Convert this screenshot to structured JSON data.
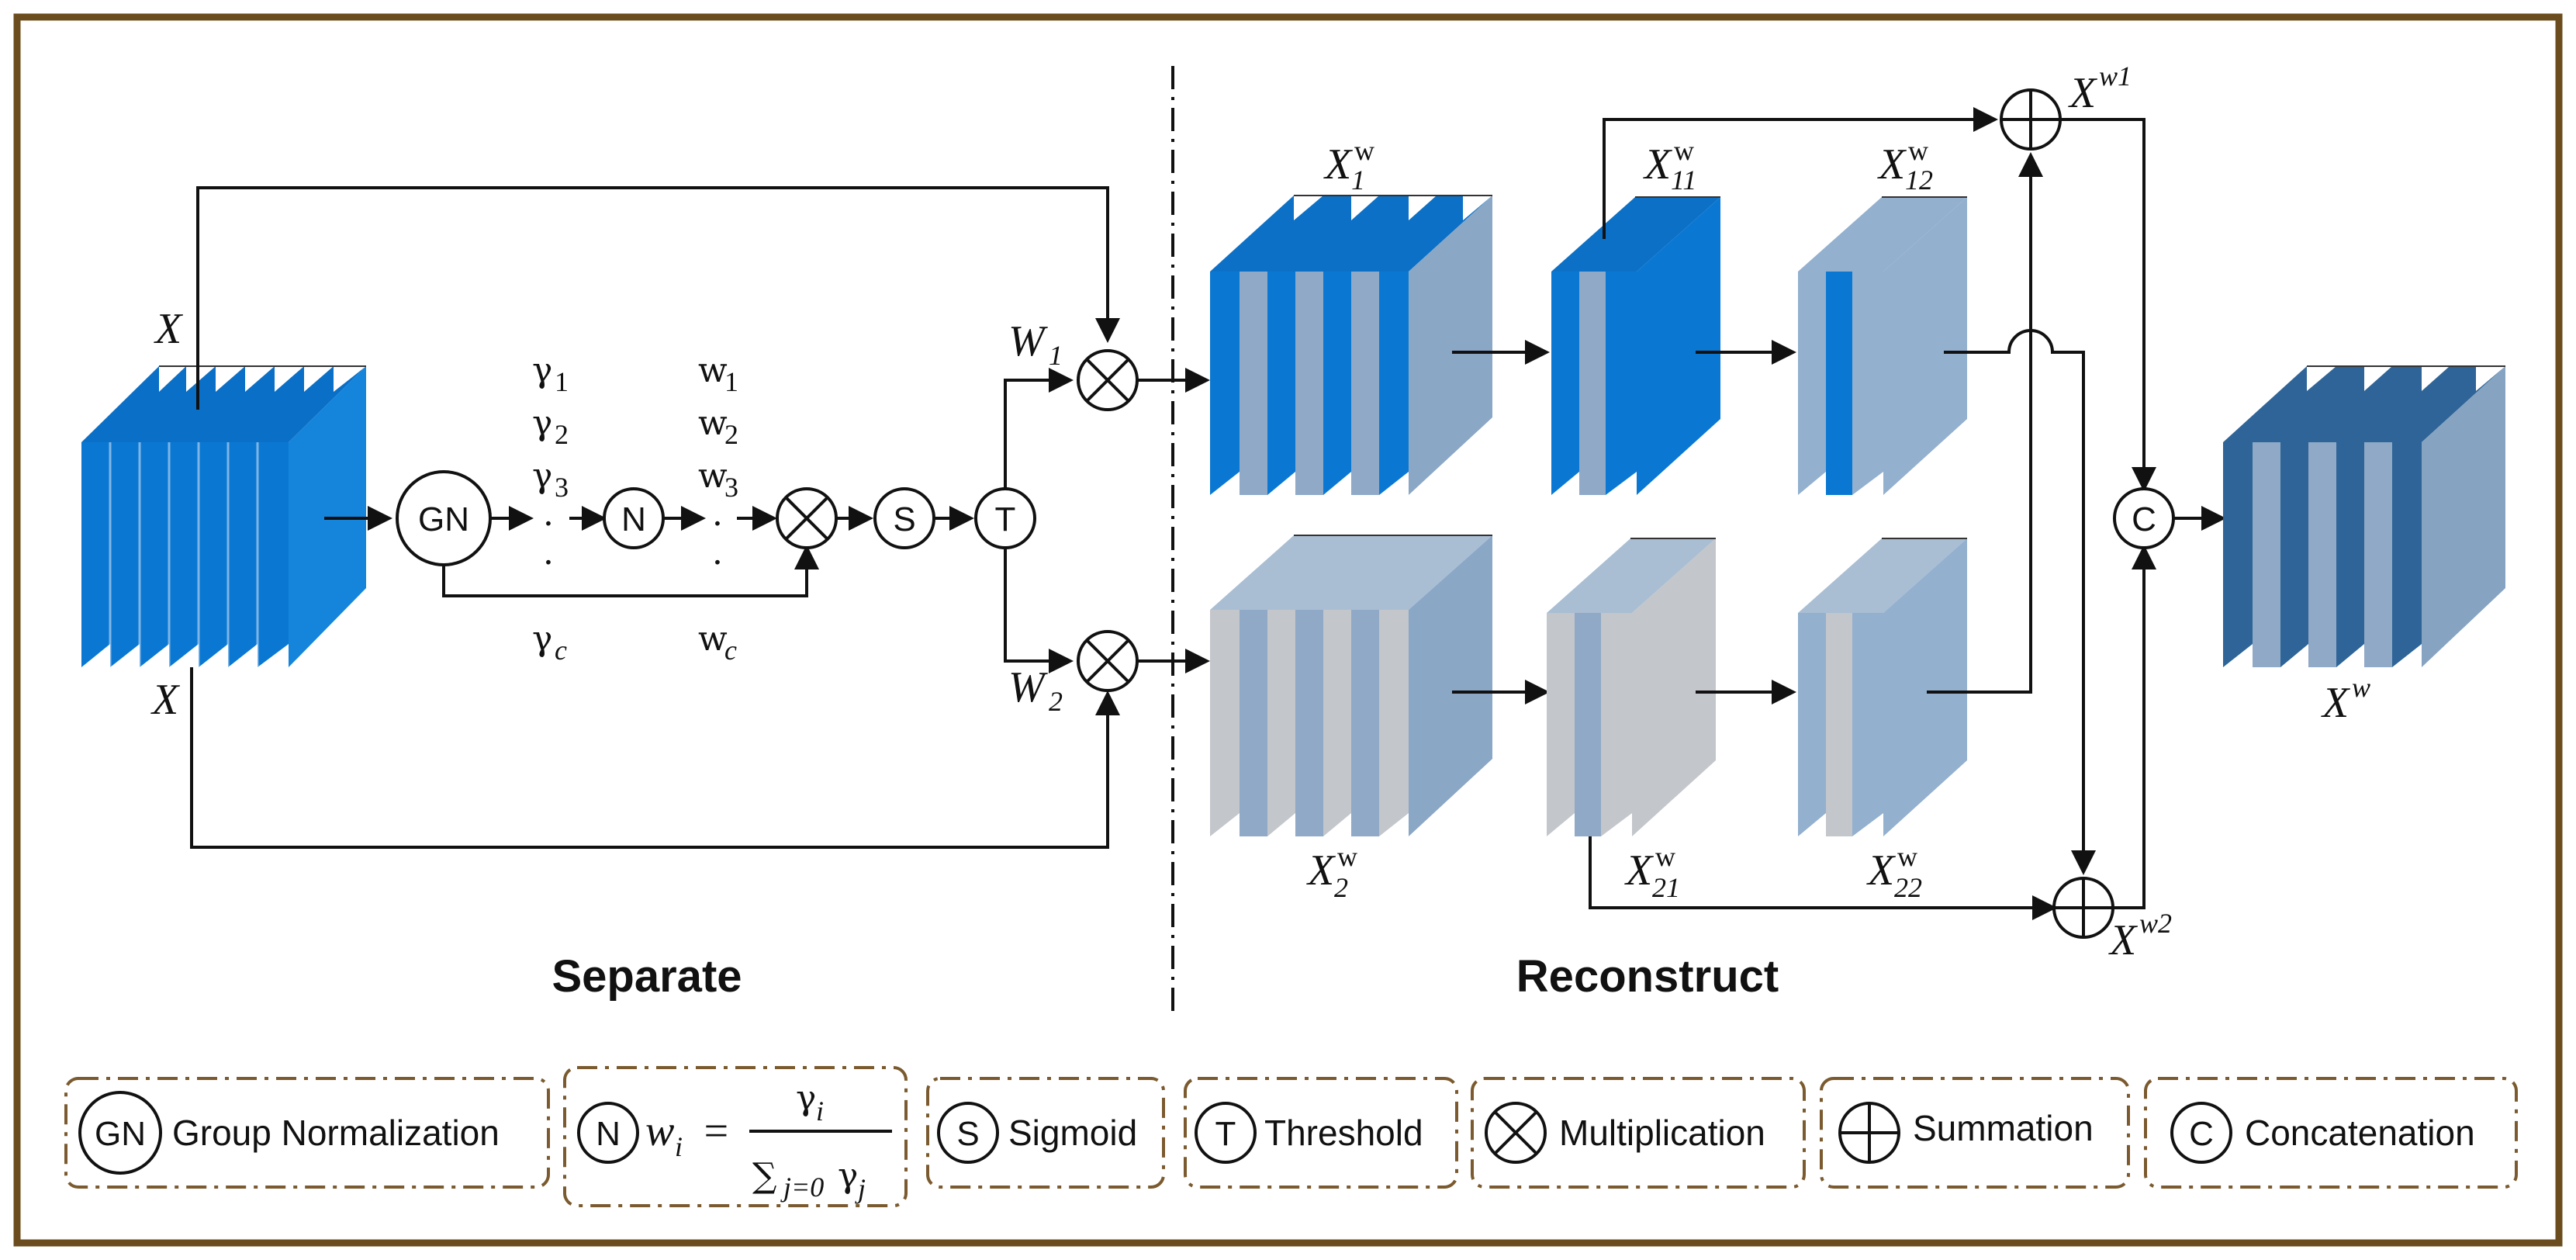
{
  "sections": {
    "separate": "Separate",
    "reconstruct": "Reconstruct"
  },
  "symbols": {
    "gn": "GN",
    "n": "N",
    "s": "S",
    "t": "T",
    "c": "C"
  },
  "labels": {
    "x_top": "X",
    "x_bottom": "X",
    "w1_main": "W",
    "w1_sub": "1",
    "w2_main": "W",
    "w2_sub": "2",
    "gamma": [
      "γ",
      "γ",
      "γ",
      "·",
      "·",
      "γ"
    ],
    "gamma_subs": [
      "1",
      "2",
      "3",
      "",
      "",
      "c"
    ],
    "weights": [
      "w",
      "w",
      "w",
      "·",
      "·",
      "w"
    ],
    "weight_subs": [
      "1",
      "2",
      "3",
      "",
      "",
      "c"
    ],
    "x1w_main": "X",
    "x1w_sub": "1",
    "x1w_sup": "w",
    "x2w_main": "X",
    "x2w_sub": "2",
    "x2w_sup": "w",
    "x11w_main": "X",
    "x11w_sub": "11",
    "x11w_sup": "w",
    "x12w_main": "X",
    "x12w_sub": "12",
    "x12w_sup": "w",
    "x21w_main": "X",
    "x21w_sub": "21",
    "x21w_sup": "w",
    "x22w_main": "X",
    "x22w_sub": "22",
    "x22w_sup": "w",
    "xw1_main": "X",
    "xw1_sup": "w1",
    "xw2_main": "X",
    "xw2_sup": "w2",
    "xw_main": "X",
    "xw_sup": "w"
  },
  "legend": {
    "gn_label": "Group Normalization",
    "n_formula_lhs": "w",
    "n_formula_lhs_sub": "i",
    "n_formula_eq": "=",
    "n_formula_num": "γ",
    "n_formula_num_sub": "i",
    "n_formula_den": "∑",
    "n_formula_den_sub": "j=0",
    "n_formula_den_var": "γ",
    "n_formula_den_var_sub": "j",
    "s_label": "Sigmoid",
    "t_label": "Threshold",
    "mult_label": "Multiplication",
    "sum_label": "Summation",
    "c_label": "Concatenation"
  },
  "colors": {
    "border": "#6b4c1e",
    "legend_border": "#7a5a2e",
    "blue": "#0a78d2",
    "blue_dark": "#0a5fb0",
    "light_blue": "#8fb0d4",
    "grey": "#c3c6cb",
    "navy": "#2e6497",
    "steel": "#86a4c2"
  },
  "icons": {
    "multiply": "circle-times-icon",
    "sum": "circle-plus-icon"
  }
}
